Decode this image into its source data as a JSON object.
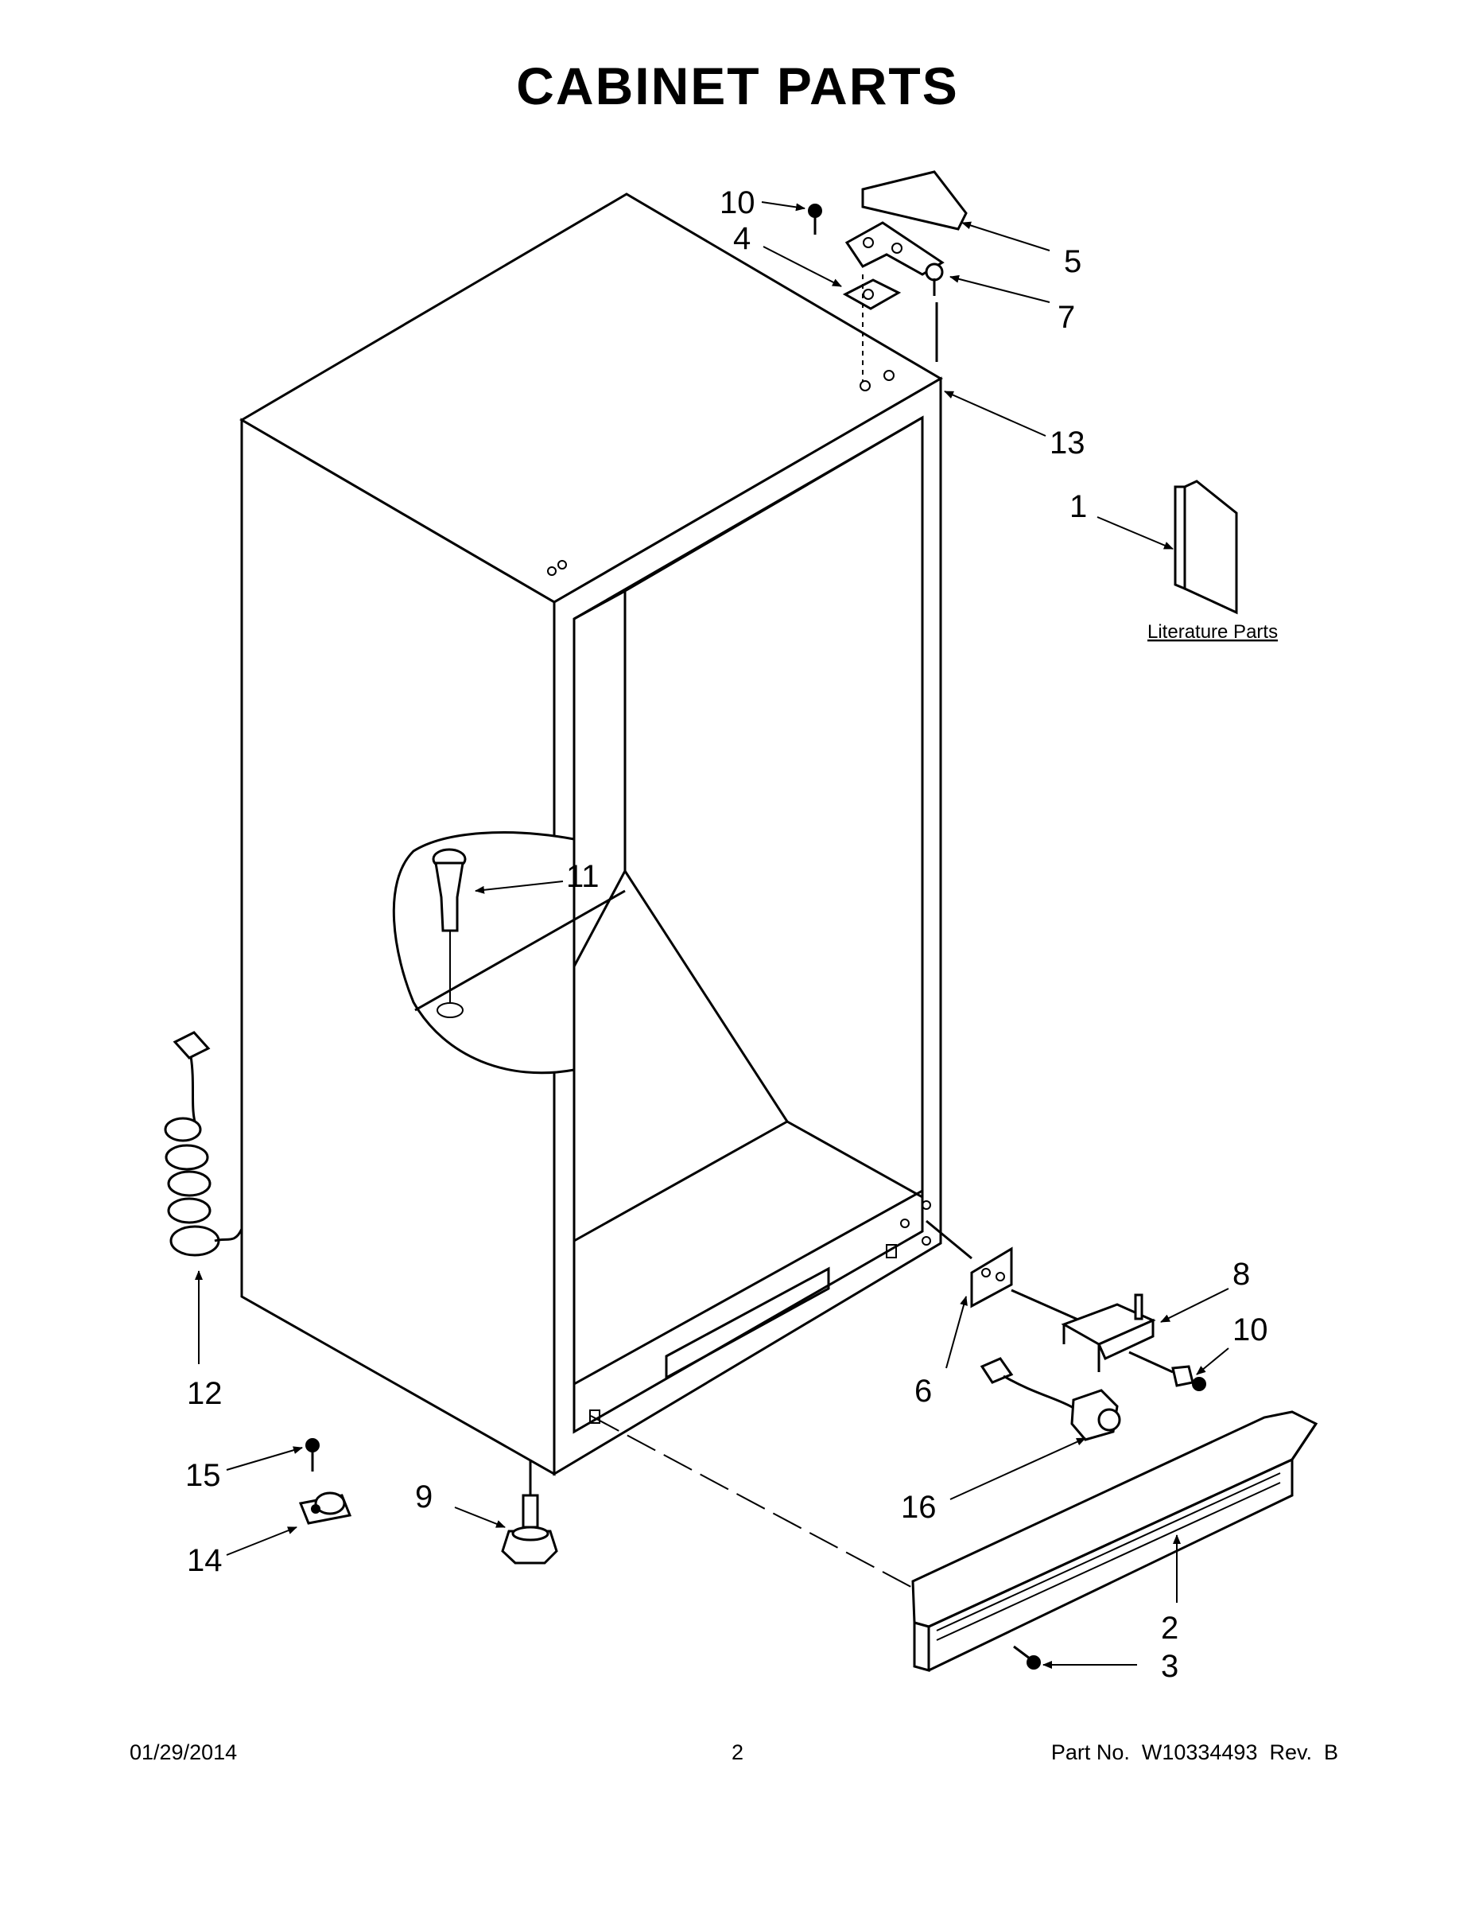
{
  "title": "CABINET PARTS",
  "literature_caption": "Literature Parts",
  "callouts": {
    "c1": "1",
    "c2": "2",
    "c3": "3",
    "c4": "4",
    "c5": "5",
    "c6": "6",
    "c7": "7",
    "c8": "8",
    "c9": "9",
    "c10a": "10",
    "c10b": "10",
    "c11": "11",
    "c12": "12",
    "c13": "13",
    "c14": "14",
    "c15": "15",
    "c16": "16"
  },
  "footer": {
    "date": "01/29/2014",
    "page": "2",
    "part_no": "Part No.  W10334493  Rev.  B"
  }
}
